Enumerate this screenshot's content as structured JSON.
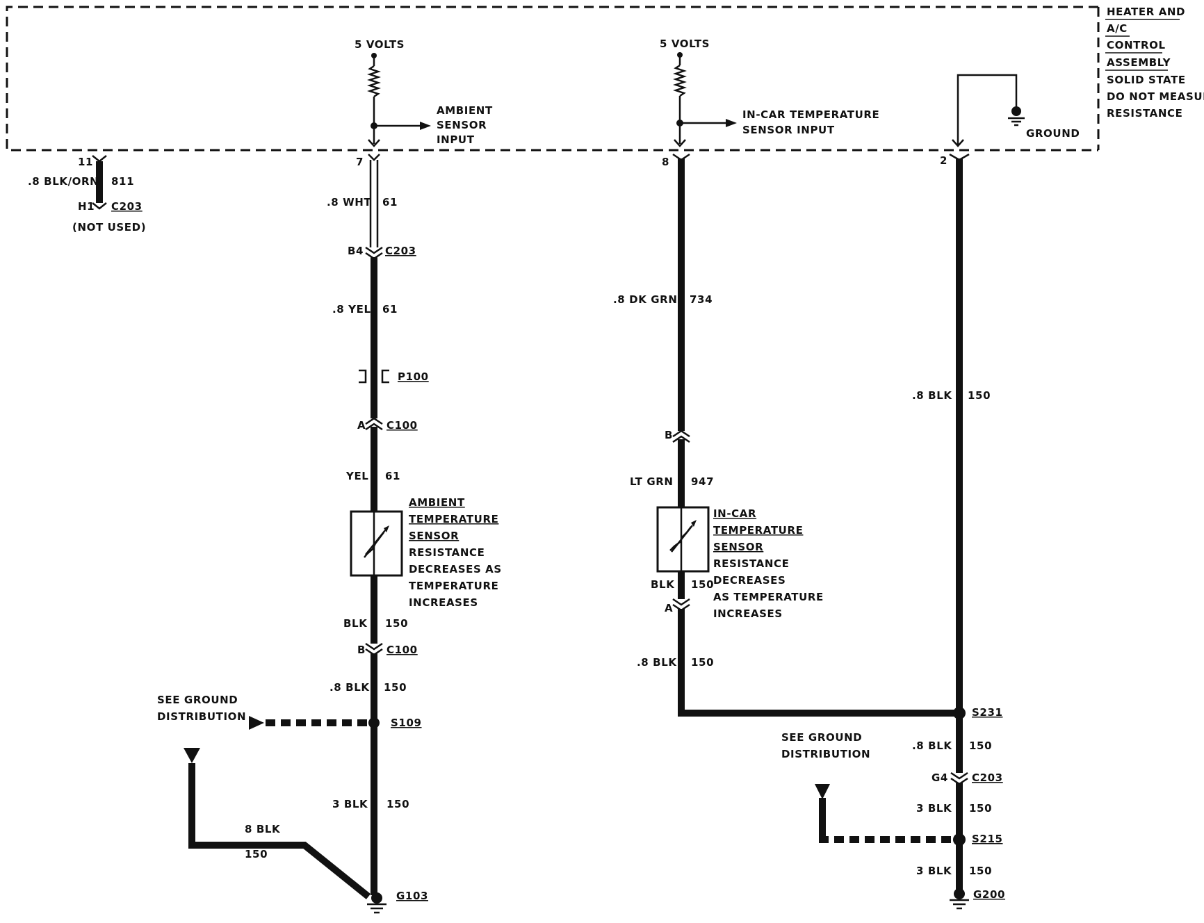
{
  "module": {
    "title": [
      "HEATER AND",
      "A/C",
      "CONTROL",
      "ASSEMBLY"
    ],
    "notes": [
      "SOLID STATE",
      "DO NOT MEASURE",
      "RESISTANCE"
    ],
    "ambient_supply": "5 VOLTS",
    "incar_supply": "5 VOLTS",
    "ambient_input": [
      "AMBIENT",
      "SENSOR",
      "INPUT"
    ],
    "incar_input": [
      "IN-CAR TEMPERATURE",
      "SENSOR INPUT"
    ],
    "ground_label": "GROUND"
  },
  "unused_circuit": {
    "pin": "11",
    "wire": ".8 BLK/ORN",
    "circuit": "811",
    "terminal": "H1",
    "connector": "C203",
    "note": "(NOT USED)"
  },
  "ambient_circuit": {
    "pin": "7",
    "seg1_wire": ".8 WHT",
    "seg1_circuit": "61",
    "conn1_pin": "B4",
    "conn1": "C203",
    "seg2_wire": ".8 YEL",
    "seg2_circuit": "61",
    "passthrough": "P100",
    "conn2_pin": "A",
    "conn2": "C100",
    "seg3_wire": "YEL",
    "seg3_circuit": "61",
    "sensor_label": [
      "AMBIENT",
      "TEMPERATURE",
      "SENSOR"
    ],
    "sensor_note": [
      "RESISTANCE",
      "DECREASES AS",
      "TEMPERATURE",
      "INCREASES"
    ],
    "seg4_wire": "BLK",
    "seg4_circuit": "150",
    "conn3_pin": "B",
    "conn3": "C100",
    "seg5_wire": ".8 BLK",
    "seg5_circuit": "150",
    "see_ground": [
      "SEE GROUND",
      "DISTRIBUTION"
    ],
    "splice": "S109",
    "seg6_wire": "3 BLK",
    "seg6_circuit": "150",
    "branch_wire": "8 BLK",
    "branch_circuit": "150",
    "ground": "G103"
  },
  "incar_circuit": {
    "pin": "8",
    "seg1_wire": ".8 DK GRN",
    "seg1_circuit": "734",
    "conn1_pin": "B",
    "seg2_wire": "LT GRN",
    "seg2_circuit": "947",
    "sensor_label": [
      "IN-CAR",
      "TEMPERATURE",
      "SENSOR"
    ],
    "sensor_note": [
      "RESISTANCE",
      "DECREASES",
      "AS TEMPERATURE",
      "INCREASES"
    ],
    "seg3_wire": "BLK",
    "seg3_circuit": "150",
    "conn2_pin": "A",
    "seg4_wire": ".8 BLK",
    "seg4_circuit": "150"
  },
  "ground_circuit": {
    "pin": "2",
    "seg1_wire": ".8 BLK",
    "seg1_circuit": "150",
    "splice1": "S231",
    "seg2_wire": ".8 BLK",
    "seg2_circuit": "150",
    "conn_pin": "G4",
    "conn": "C203",
    "seg3_wire": "3 BLK",
    "seg3_circuit": "150",
    "see_ground": [
      "SEE GROUND",
      "DISTRIBUTION"
    ],
    "splice2": "S215",
    "seg4_wire": "3 BLK",
    "seg4_circuit": "150",
    "ground": "G200"
  }
}
